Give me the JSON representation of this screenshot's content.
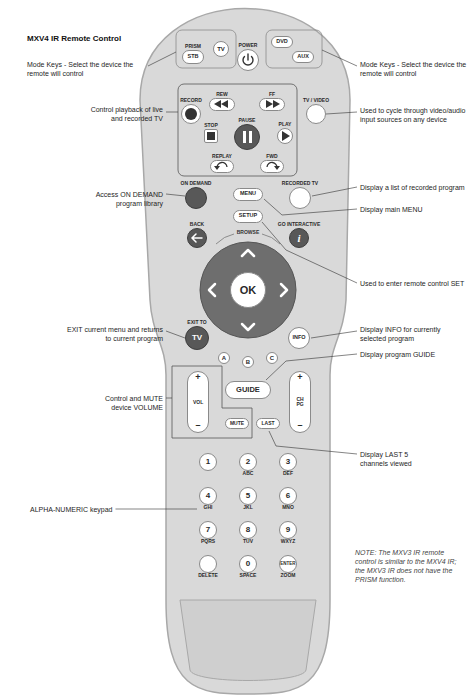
{
  "diagram": {
    "title": "MXV4 IR Remote Control",
    "nodes": [
      {
        "text": [
          "PRISM",
          "STB"
        ]
      },
      {
        "text": [
          "TV"
        ]
      },
      {
        "text": [
          "POWER"
        ]
      },
      {
        "text": [
          "DVD"
        ]
      },
      {
        "text": [
          "AUX"
        ]
      },
      {
        "text": [
          "RECORD"
        ]
      },
      {
        "text": [
          "REW"
        ]
      },
      {
        "text": [
          "FF"
        ]
      },
      {
        "text": [
          "TV / VIDEO"
        ]
      },
      {
        "text": [
          "STOP"
        ]
      },
      {
        "text": [
          "PAUSE"
        ]
      },
      {
        "text": [
          "PLAY"
        ]
      },
      {
        "text": [
          "REPLAY"
        ]
      },
      {
        "text": [
          "FWD"
        ]
      },
      {
        "text": [
          "ON DEMAND"
        ]
      },
      {
        "text": [
          "MENU"
        ]
      },
      {
        "text": [
          "RECORDED TV"
        ]
      },
      {
        "text": [
          "SETUP"
        ]
      },
      {
        "text": [
          "BACK"
        ]
      },
      {
        "text": [
          "GO INTERACTIVE",
          "i"
        ]
      },
      {
        "text": [
          "OK"
        ]
      },
      {
        "text": [
          "EXIT TO",
          "TV"
        ]
      },
      {
        "text": [
          "INFO"
        ]
      },
      {
        "text": [
          "A"
        ]
      },
      {
        "text": [
          "B"
        ]
      },
      {
        "text": [
          "C"
        ]
      },
      {
        "text": [
          "+",
          "VOL",
          "–"
        ]
      },
      {
        "text": [
          "GUIDE"
        ]
      },
      {
        "text": [
          "+",
          "CH PG",
          "–"
        ]
      },
      {
        "text": [
          "MUTE"
        ]
      },
      {
        "text": [
          "LAST"
        ]
      },
      {
        "text": [
          "1"
        ]
      },
      {
        "text": [
          "2",
          "ABC"
        ]
      },
      {
        "text": [
          "3",
          "DEF"
        ]
      },
      {
        "text": [
          "4",
          "GHI"
        ]
      },
      {
        "text": [
          "5",
          "JKL"
        ]
      },
      {
        "text": [
          "6",
          "MNO"
        ]
      },
      {
        "text": [
          "7",
          "PQRS"
        ]
      },
      {
        "text": [
          "8",
          "TUV"
        ]
      },
      {
        "text": [
          "9",
          "WXYZ"
        ]
      },
      {
        "text": [
          "DELETE"
        ]
      },
      {
        "text": [
          "0",
          "SPACE"
        ]
      },
      {
        "text": [
          "ENTER",
          "ZOOM"
        ]
      }
    ],
    "labels": [
      "Mode Keys - Select the device the remote will control",
      "Mode Keys - Select the device the remote will control",
      "Control playback of live and recorded TV",
      "Used to cycle through video/audio input sources on any device",
      "Access ON DEMAND program library",
      "Display a list of recorded program",
      "Display main MENU",
      "BROWSE",
      "Used to enter remote control SET",
      "EXIT current menu and returns to current program",
      "Display INFO for currently selected program",
      "Display program GUIDE",
      "Control and MUTE device VOLUME",
      "Display LAST 5 channels viewed",
      "ALPHA-NUMERIC keypad",
      "NOTE: The MXV3 IR remote control is similar to the MXV4 IR; the MXV3 IR does not have the PRISM function."
    ]
  }
}
